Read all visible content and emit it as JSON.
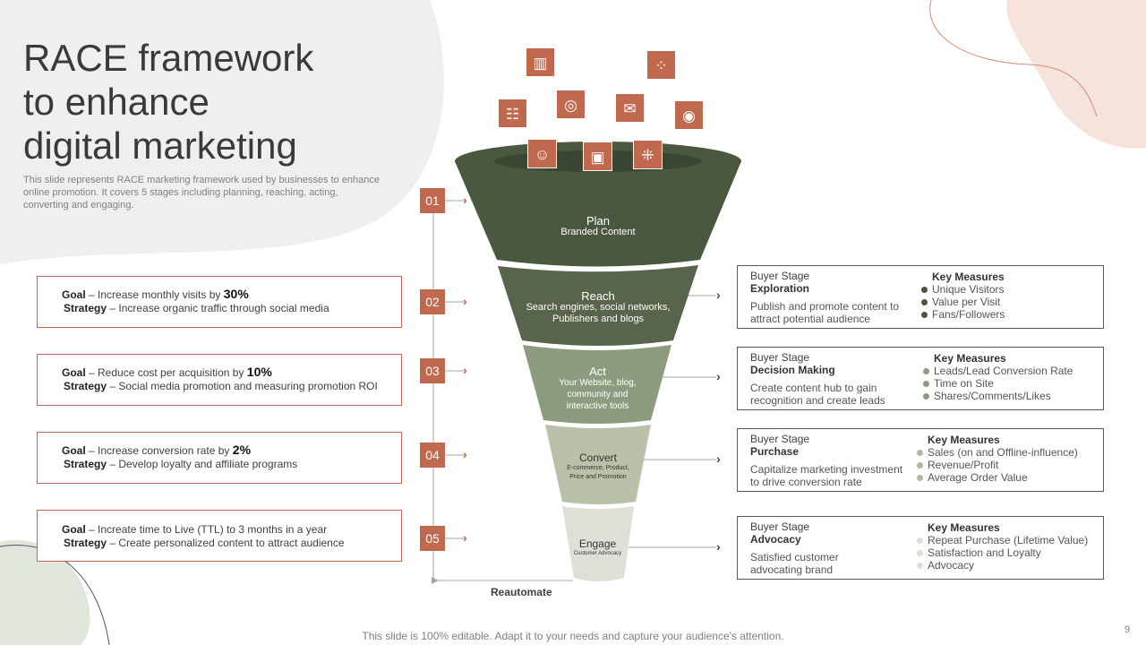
{
  "title_lines": [
    "RACE framework",
    "to enhance",
    "digital marketing"
  ],
  "subtitle": "This slide represents RACE marketing framework used by businesses to enhance online promotion. It covers 5 stages including planning, reaching, acting, converting and engaging.",
  "goals": [
    {
      "goal_label": "Goal",
      "goal": "Increase monthly visits by",
      "pct": "30%",
      "strategy_label": "Strategy",
      "strategy": "Increase organic traffic through social media"
    },
    {
      "goal_label": "Goal",
      "goal": "Reduce cost per acquisition by",
      "pct": "10%",
      "strategy_label": "Strategy",
      "strategy": "Social media promotion and measuring promotion ROI"
    },
    {
      "goal_label": "Goal",
      "goal": "Increase conversion rate by",
      "pct": "2%",
      "strategy_label": "Strategy",
      "strategy": "Develop loyalty and affiliate programs"
    },
    {
      "goal_label": "Goal",
      "goal": "Increate time to Live (TTL) to 3 months in a year",
      "pct": "",
      "strategy_label": "Strategy",
      "strategy": "Create personalized content to attract audience"
    }
  ],
  "numbers": [
    "01",
    "02",
    "03",
    "04",
    "05"
  ],
  "funnel": [
    {
      "name": "Plan",
      "sub": "Branded Content",
      "color": "#4b5840"
    },
    {
      "name": "Reach",
      "sub": "Search engines, social networks, Publishers and blogs",
      "color": "#58654c"
    },
    {
      "name": "Act",
      "sub": "Your Website, blog, community and interactive tools",
      "color": "#8d9c7e"
    },
    {
      "name": "Convert",
      "sub": "E-commerce, Product, Price and Promotion",
      "color": "#b9c2a9"
    },
    {
      "name": "Engage",
      "sub": "Customer Advocacy",
      "color": "#dde0d6"
    }
  ],
  "reautomate": "Reautomate",
  "stages": [
    {
      "label": "Buyer Stage",
      "stage": "Exploration",
      "desc": "Publish and promote content to attract potential audience",
      "km": "Key Measures",
      "measures": [
        "Unique Visitors",
        "Value per Visit",
        "Fans/Followers"
      ],
      "dot": "#4b5840"
    },
    {
      "label": "Buyer Stage",
      "stage": "Decision Making",
      "desc": "Create content hub to gain recognition and create leads",
      "km": "Key Measures",
      "measures": [
        "Leads/Lead Conversion Rate",
        "Time on Site",
        "Shares/Comments/Likes"
      ],
      "dot": "#8d9c7e"
    },
    {
      "label": "Buyer Stage",
      "stage": "Purchase",
      "desc": "Capitalize marketing investment to drive conversion rate",
      "km": "Key Measures",
      "measures": [
        "Sales (on and Offline-influence)",
        "Revenue/Profit",
        "Average Order Value"
      ],
      "dot": "#b0b99f"
    },
    {
      "label": "Buyer Stage",
      "stage": "Advocacy",
      "desc": "Satisfied customer advocating brand",
      "km": "Key Measures",
      "measures": [
        "Repeat Purchase (Lifetime Value)",
        "Satisfaction and Loyalty",
        "Advocacy"
      ],
      "dot": "#dcdfd4"
    }
  ],
  "footer": "This slide is 100% editable. Adapt it to your needs and capture your audience's attention.",
  "page_number": "9",
  "accent": "#c0694f"
}
